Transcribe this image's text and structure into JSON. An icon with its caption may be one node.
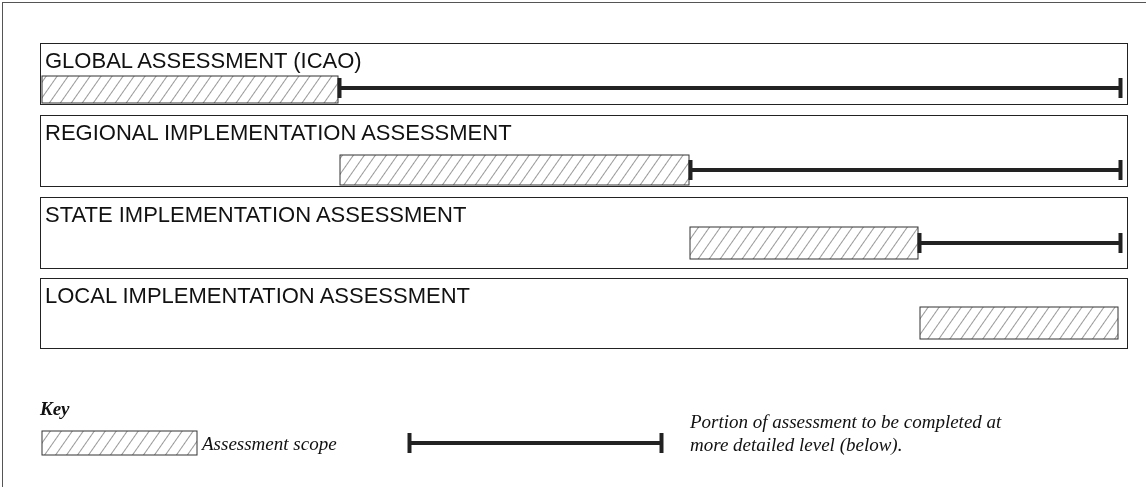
{
  "diagram": {
    "nodes": [
      {
        "text": [
          "GLOBAL ASSESSMENT (ICAO)"
        ]
      },
      {
        "text": [
          "REGIONAL IMPLEMENTATION ASSESSMENT"
        ]
      },
      {
        "text": [
          "STATE IMPLEMENTATION ASSESSMENT"
        ]
      },
      {
        "text": [
          "LOCAL IMPLEMENTATION ASSESSMENT"
        ]
      }
    ],
    "labels": [
      "Key"
    ],
    "legend": [
      {
        "text": "Assessment scope"
      },
      {
        "text": "Portion of assessment to be completed at more detailed level (below)."
      }
    ]
  }
}
